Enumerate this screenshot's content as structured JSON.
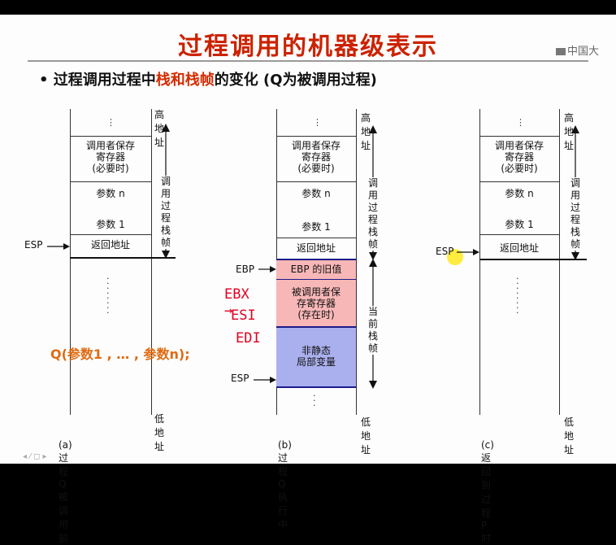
{
  "slide": {
    "title": "过程调用的机器级表示",
    "logo_text": "中国大",
    "bullet_prefix": "• 过程调用过程中",
    "bullet_highlight": "栈和栈帧",
    "bullet_suffix": "的变化 (Q为被调用过程)",
    "call_text": "Q(参数1 , … , 参数n);",
    "status_hint": "◂ ⁄ ◻ ▸"
  },
  "diagram_a": {
    "high_addr": "高地址",
    "low_addr": "低地址",
    "dots": "⋮",
    "saved_regs": [
      "调用者保存",
      "寄存器",
      "(必要时)"
    ],
    "param_n": "参数 n",
    "param_1": "参数 1",
    "return_addr": "返回地址",
    "esp": "ESP",
    "frame_label": [
      "调用",
      "过程",
      "栈帧"
    ],
    "caption": "(a) 过程 Q 被调用前"
  },
  "diagram_b": {
    "high_addr": "高地址",
    "low_addr": "低地址",
    "dots": "⋮",
    "saved_regs": [
      "调用者保存",
      "寄存器",
      "(必要时)"
    ],
    "param_n": "参数 n",
    "param_1": "参数 1",
    "return_addr": "返回地址",
    "ebp": "EBP",
    "esp": "ESP",
    "ebp_old": "EBP 的旧值",
    "callee_saved": [
      "被调用者保",
      "存寄存器",
      "(存在时)"
    ],
    "nonstatic": [
      "非静态",
      "局部变量"
    ],
    "frame_label": [
      "调用",
      "过程",
      "栈帧"
    ],
    "current_label": [
      "当前",
      "栈帧"
    ],
    "hand_ebx": "EBX →",
    "hand_esi": "ESI",
    "hand_edi": "EDI",
    "caption": "(b) 过程 Q 执行中",
    "colors": {
      "pink": "#f8b7b7",
      "blue": "#aab0ee",
      "border": "#1c1c8a"
    }
  },
  "diagram_c": {
    "high_addr": "高地址",
    "low_addr": "低地址",
    "dots": "⋮",
    "saved_regs": [
      "调用者保存",
      "寄存器",
      "(必要时)"
    ],
    "param_n": "参数 n",
    "param_1": "参数 1",
    "return_addr": "返回地址",
    "esp": "ESP",
    "frame_label": [
      "调用",
      "过程",
      "栈帧"
    ],
    "caption": "(c) 返回到过程 P 时"
  }
}
